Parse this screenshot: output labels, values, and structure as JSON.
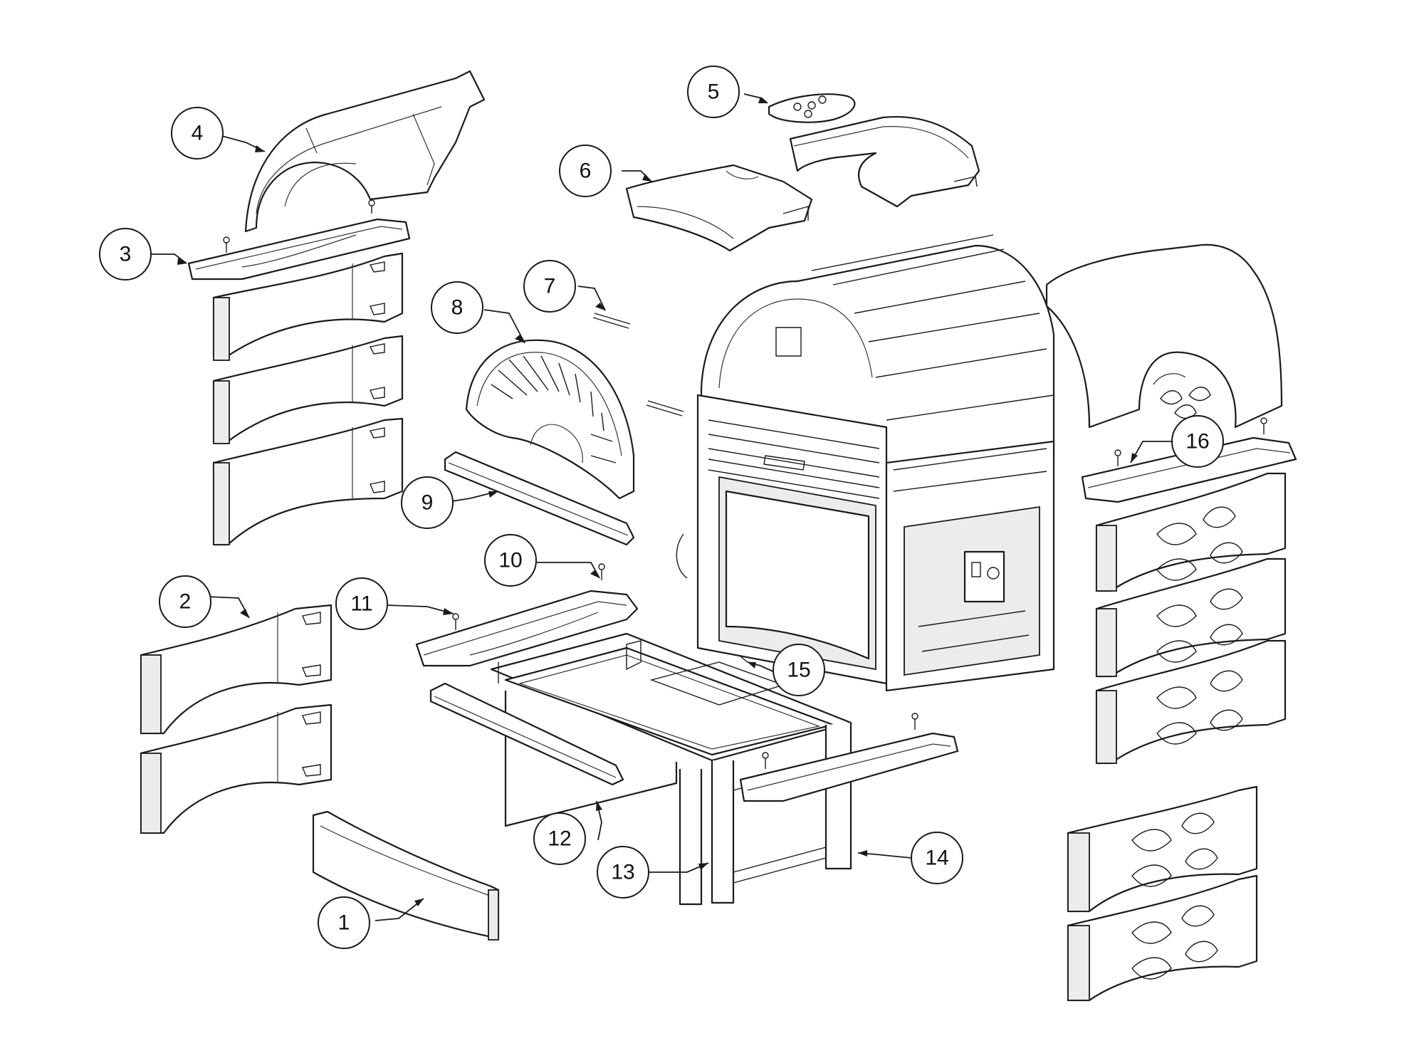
{
  "callouts": [
    {
      "number": "1"
    },
    {
      "number": "2"
    },
    {
      "number": "3"
    },
    {
      "number": "4"
    },
    {
      "number": "5"
    },
    {
      "number": "6"
    },
    {
      "number": "7"
    },
    {
      "number": "8"
    },
    {
      "number": "9"
    },
    {
      "number": "10"
    },
    {
      "number": "11"
    },
    {
      "number": "12"
    },
    {
      "number": "13"
    },
    {
      "number": "14"
    },
    {
      "number": "15"
    },
    {
      "number": "16"
    }
  ],
  "colors": {
    "line": "#1a1a1a",
    "background": "#ffffff"
  }
}
